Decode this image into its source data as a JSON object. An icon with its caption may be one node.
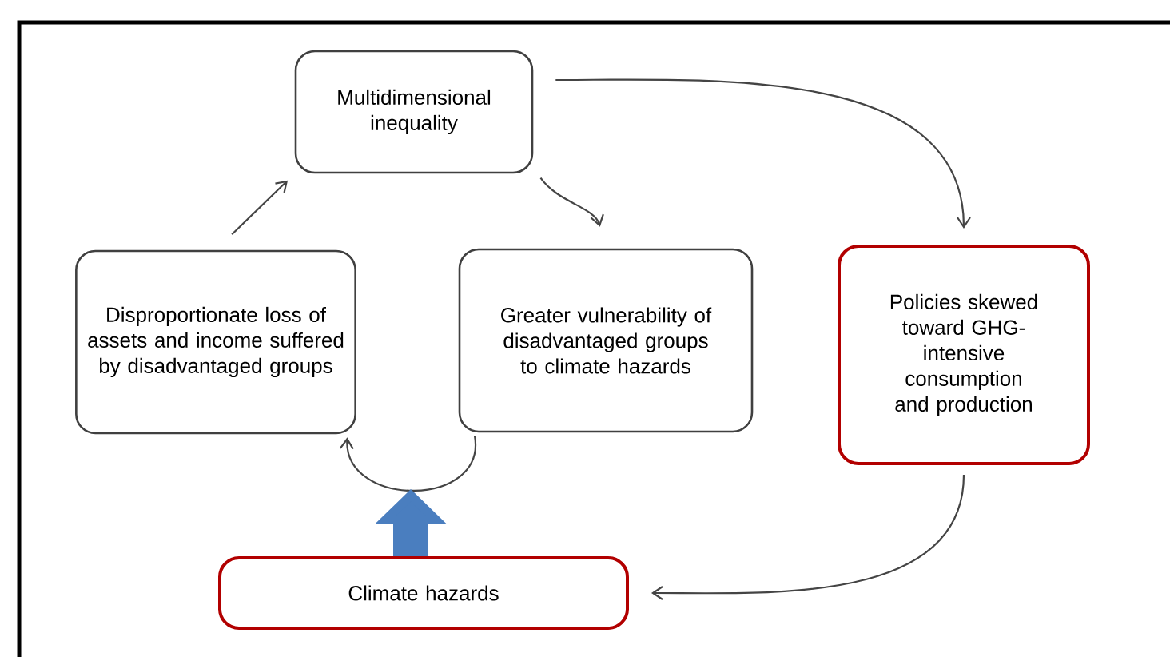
{
  "diagram": {
    "nodes": [
      {
        "text": [
          "Multidimensional inequality"
        ]
      },
      {
        "text": [
          "Disproportionate loss of assets and income suffered by disadvantaged groups"
        ]
      },
      {
        "text": [
          "Greater vulnerability of disadvantaged groups to climate hazards"
        ]
      },
      {
        "text": [
          "Policies skewed toward GHG-intensive consumption and production"
        ]
      },
      {
        "text": [
          "Climate hazards"
        ]
      }
    ],
    "edges": [
      {
        "from": 0,
        "to": 2,
        "arrow": "to"
      },
      {
        "from": 2,
        "to": 1,
        "arrow": "to"
      },
      {
        "from": 1,
        "to": 0,
        "arrow": "to"
      },
      {
        "from": 0,
        "to": 3,
        "arrow": "to"
      },
      {
        "from": 3,
        "to": 4,
        "arrow": "to"
      },
      {
        "from": 4,
        "to": null,
        "arrow": "to",
        "style": "thick",
        "color": "#4a7ebf"
      }
    ]
  }
}
